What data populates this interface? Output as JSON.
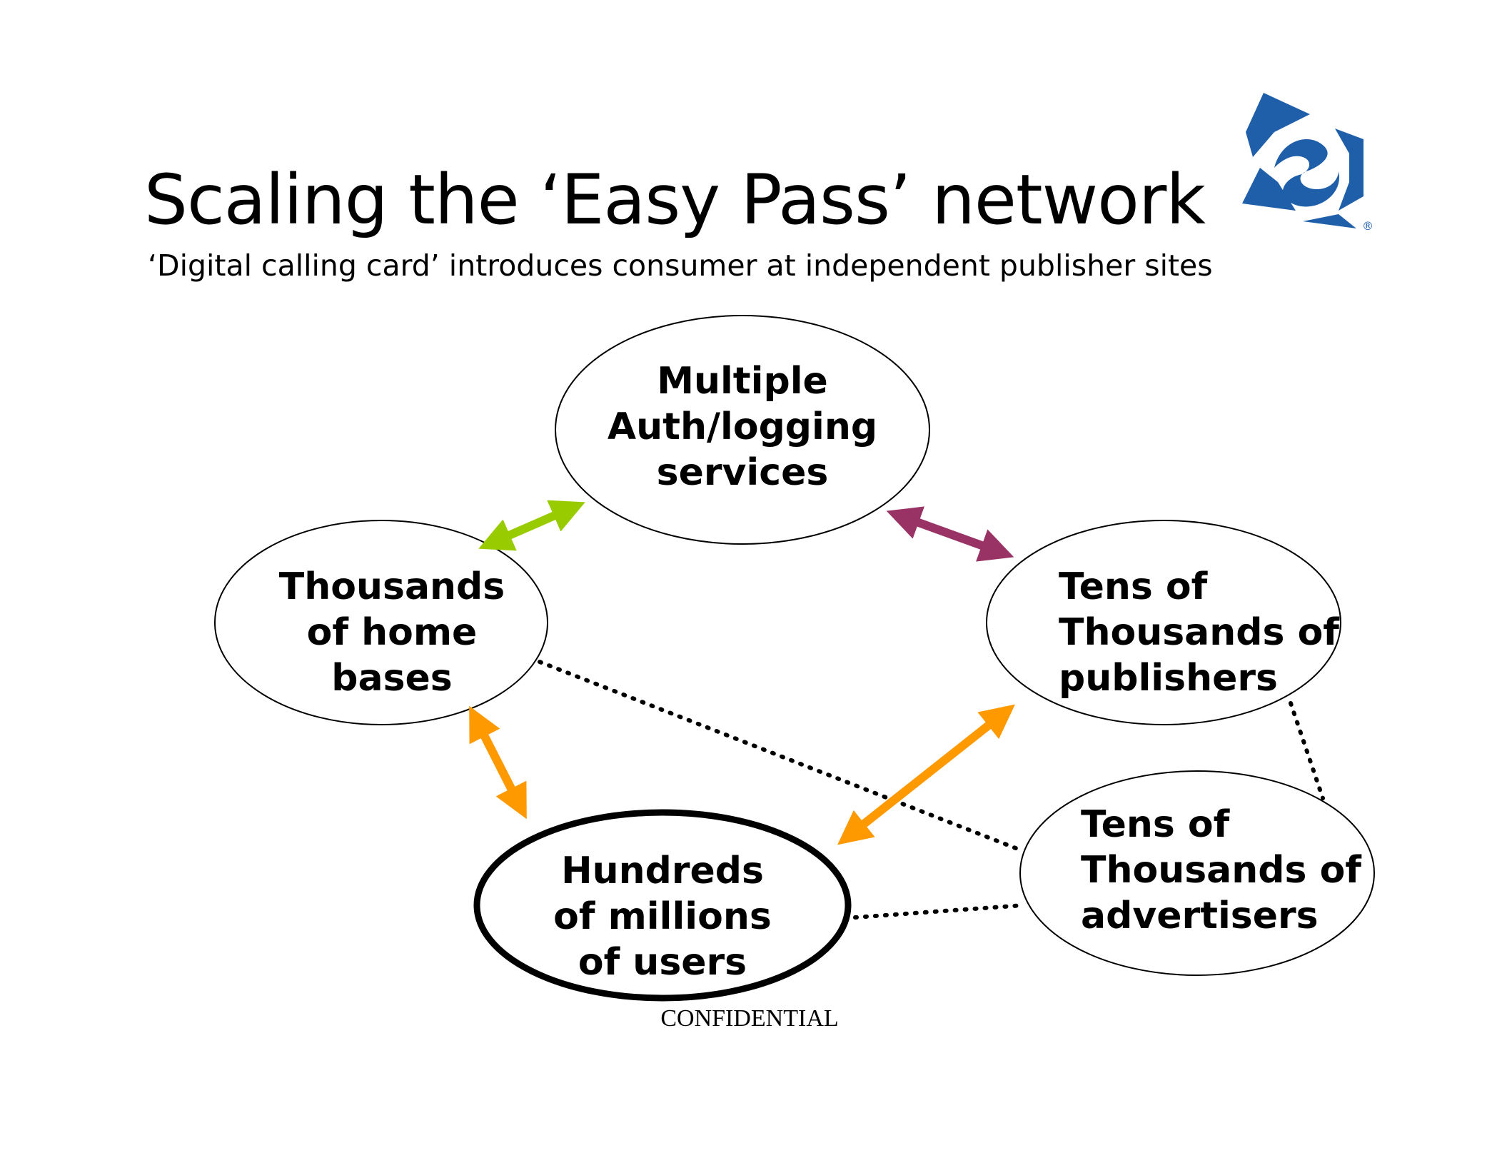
{
  "header": {
    "title": "Scaling the ‘Easy Pass’ network",
    "subtitle": "‘Digital calling card’ introduces consumer at independent publisher sites"
  },
  "nodes": {
    "auth": {
      "label": "Multiple\nAuth/logging\nservices"
    },
    "home": {
      "label": "Thousands\nof home\nbases"
    },
    "publishers": {
      "label": "Tens of\nThousands of\npublishers"
    },
    "users": {
      "label": "Hundreds\nof millions\nof users"
    },
    "advertisers": {
      "label": "Tens of\nThousands of\nadvertisers"
    }
  },
  "footer": {
    "confidential": "CONFIDENTIAL"
  },
  "logo": {
    "icon": "swirl-logo-icon",
    "mark": "®",
    "color": "#1f5faa"
  },
  "colors": {
    "green_arrow": "#99cc00",
    "purple_arrow": "#993366",
    "orange_arrow": "#ff9900",
    "outline": "#000000"
  }
}
